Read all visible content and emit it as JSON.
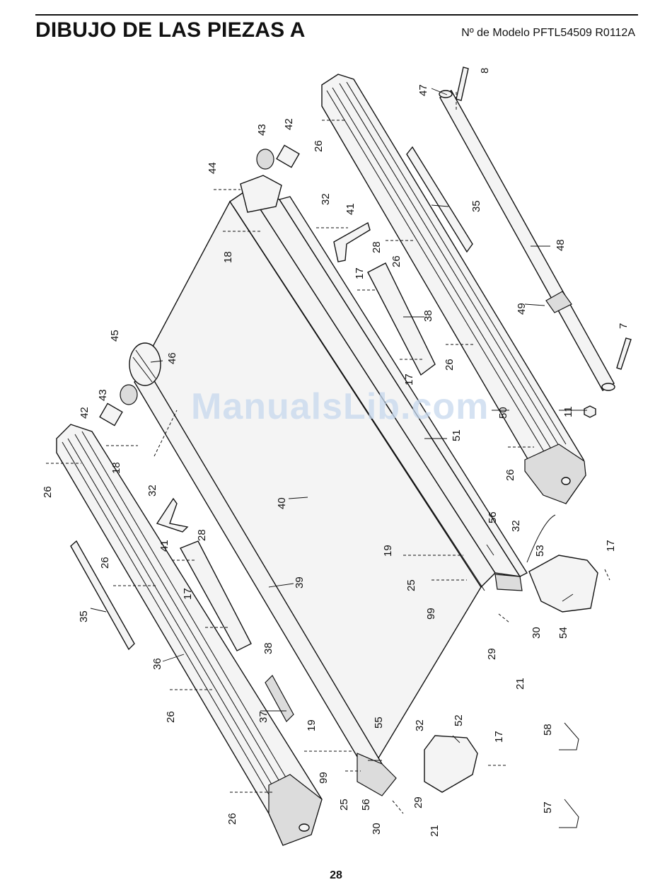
{
  "header": {
    "title": "DIBUJO DE LAS PIEZAS A",
    "model": "Nº de Modelo PFTL54509 R0112A"
  },
  "watermark": "ManualsLib.com",
  "footer": {
    "page_number": "28"
  },
  "callouts": [
    {
      "id": "c8",
      "label": "8"
    },
    {
      "id": "c47",
      "label": "47"
    },
    {
      "id": "c26a",
      "label": "26"
    },
    {
      "id": "c43a",
      "label": "43"
    },
    {
      "id": "c42a",
      "label": "42"
    },
    {
      "id": "c44",
      "label": "44"
    },
    {
      "id": "c35a",
      "label": "35"
    },
    {
      "id": "c32a",
      "label": "32"
    },
    {
      "id": "c41a",
      "label": "41"
    },
    {
      "id": "c28a",
      "label": "28"
    },
    {
      "id": "c26b",
      "label": "26"
    },
    {
      "id": "c48",
      "label": "48"
    },
    {
      "id": "c18a",
      "label": "18"
    },
    {
      "id": "c17a",
      "label": "17"
    },
    {
      "id": "c38a",
      "label": "38"
    },
    {
      "id": "c49",
      "label": "49"
    },
    {
      "id": "c7",
      "label": "7"
    },
    {
      "id": "c45",
      "label": "45"
    },
    {
      "id": "c46",
      "label": "46"
    },
    {
      "id": "c26c",
      "label": "26"
    },
    {
      "id": "c17b",
      "label": "17"
    },
    {
      "id": "c43b",
      "label": "43"
    },
    {
      "id": "c42b",
      "label": "42"
    },
    {
      "id": "c50",
      "label": "50"
    },
    {
      "id": "c11",
      "label": "11"
    },
    {
      "id": "c51",
      "label": "51"
    },
    {
      "id": "c18b",
      "label": "18"
    },
    {
      "id": "c26d",
      "label": "26"
    },
    {
      "id": "c26e",
      "label": "26"
    },
    {
      "id": "c32b",
      "label": "32"
    },
    {
      "id": "c40",
      "label": "40"
    },
    {
      "id": "c41b",
      "label": "41"
    },
    {
      "id": "c28b",
      "label": "28"
    },
    {
      "id": "c56a",
      "label": "56"
    },
    {
      "id": "c32c",
      "label": "32"
    },
    {
      "id": "c53",
      "label": "53"
    },
    {
      "id": "c17c",
      "label": "17"
    },
    {
      "id": "c19a",
      "label": "19"
    },
    {
      "id": "c26f",
      "label": "26"
    },
    {
      "id": "c17d",
      "label": "17"
    },
    {
      "id": "c39",
      "label": "39"
    },
    {
      "id": "c25a",
      "label": "25"
    },
    {
      "id": "c99a",
      "label": "99"
    },
    {
      "id": "c35b",
      "label": "35"
    },
    {
      "id": "c38b",
      "label": "38"
    },
    {
      "id": "c30a",
      "label": "30"
    },
    {
      "id": "c54",
      "label": "54"
    },
    {
      "id": "c29a",
      "label": "29"
    },
    {
      "id": "c36",
      "label": "36"
    },
    {
      "id": "c21a",
      "label": "21"
    },
    {
      "id": "c26g",
      "label": "26"
    },
    {
      "id": "c37",
      "label": "37"
    },
    {
      "id": "c19b",
      "label": "19"
    },
    {
      "id": "c55",
      "label": "55"
    },
    {
      "id": "c32d",
      "label": "32"
    },
    {
      "id": "c52",
      "label": "52"
    },
    {
      "id": "c17e",
      "label": "17"
    },
    {
      "id": "c58",
      "label": "58"
    },
    {
      "id": "c99b",
      "label": "99"
    },
    {
      "id": "c25b",
      "label": "25"
    },
    {
      "id": "c56b",
      "label": "56"
    },
    {
      "id": "c29b",
      "label": "29"
    },
    {
      "id": "c26h",
      "label": "26"
    },
    {
      "id": "c57",
      "label": "57"
    },
    {
      "id": "c30b",
      "label": "30"
    },
    {
      "id": "c21b",
      "label": "21"
    }
  ]
}
